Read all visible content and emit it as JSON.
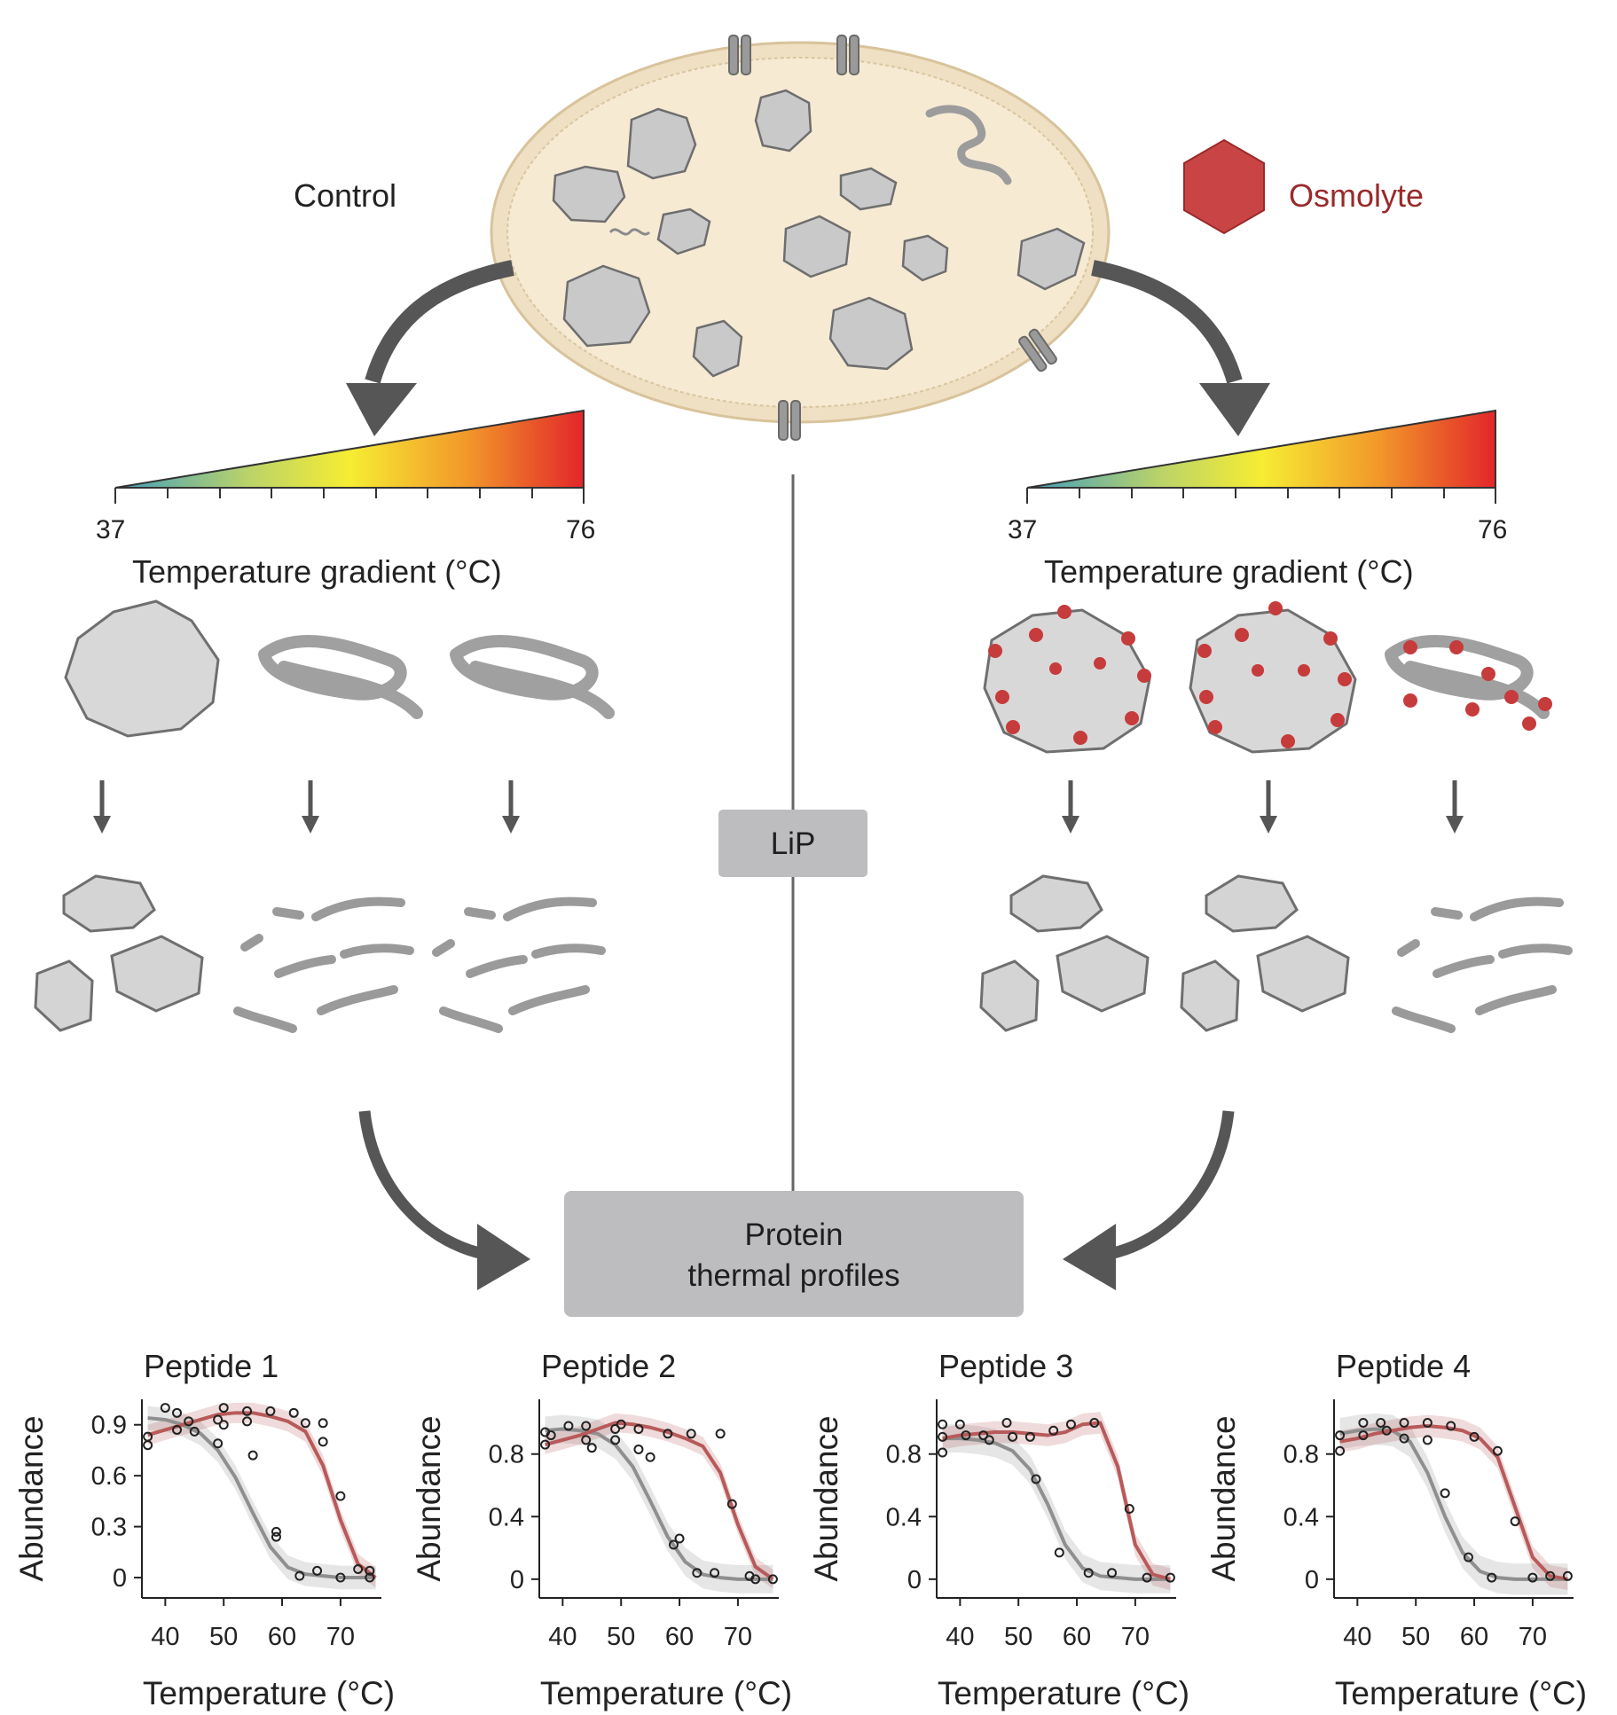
{
  "labels": {
    "control": "Control",
    "osmolyte": "Osmolyte",
    "lip": "LiP",
    "profile_line1": "Protein",
    "profile_line2": "thermal profiles"
  },
  "gradient": {
    "min": "37",
    "max": "76",
    "title": "Temperature gradient (°C)"
  },
  "colors": {
    "control_curve": "#8f8f8f",
    "osmolyte_curve": "#b85a5a",
    "osmolyte_label": "#9a2a2a",
    "osmolyte_hexagon": "#c94545",
    "cell_fill": "#f7ead3",
    "arrow": "#565656",
    "box": "#bdbdbf"
  },
  "chart_data": [
    {
      "type": "line",
      "title": "Peptide 1",
      "xlabel": "Temperature (°C)",
      "ylabel": "Abundance",
      "xlim": [
        36,
        77
      ],
      "ylim": [
        -0.12,
        1.05
      ],
      "xticks": [
        40,
        50,
        60,
        70
      ],
      "yticks": [
        0,
        0.3,
        0.6,
        0.9
      ],
      "ytick_labels": [
        "0",
        "0.3",
        "0.6",
        "0.9"
      ],
      "series": [
        {
          "color": "#8f8f8f",
          "x": [
            37,
            40,
            43,
            46,
            49,
            52,
            55,
            58,
            61,
            64,
            67,
            70,
            73,
            76
          ],
          "y": [
            0.94,
            0.93,
            0.9,
            0.85,
            0.75,
            0.59,
            0.38,
            0.18,
            0.06,
            0.02,
            0.01,
            0.0,
            0.0,
            0.0
          ],
          "band": 0.07
        },
        {
          "color": "#b85a5a",
          "x": [
            37,
            40,
            43,
            46,
            49,
            52,
            55,
            58,
            61,
            64,
            67,
            70,
            73,
            76
          ],
          "y": [
            0.84,
            0.87,
            0.9,
            0.93,
            0.96,
            0.97,
            0.97,
            0.95,
            0.92,
            0.86,
            0.66,
            0.34,
            0.08,
            0.0
          ],
          "band": 0.06
        }
      ],
      "points": [
        {
          "x": 37,
          "y": 0.83
        },
        {
          "x": 37,
          "y": 0.78
        },
        {
          "x": 40,
          "y": 1.0
        },
        {
          "x": 42,
          "y": 0.97
        },
        {
          "x": 42,
          "y": 0.87
        },
        {
          "x": 44,
          "y": 0.92
        },
        {
          "x": 45,
          "y": 0.86
        },
        {
          "x": 49,
          "y": 0.93
        },
        {
          "x": 49,
          "y": 0.79
        },
        {
          "x": 50,
          "y": 1.0
        },
        {
          "x": 50,
          "y": 0.9
        },
        {
          "x": 54,
          "y": 0.98
        },
        {
          "x": 54,
          "y": 0.92
        },
        {
          "x": 55,
          "y": 0.72
        },
        {
          "x": 58,
          "y": 0.98
        },
        {
          "x": 59,
          "y": 0.27
        },
        {
          "x": 59,
          "y": 0.24
        },
        {
          "x": 62,
          "y": 0.97
        },
        {
          "x": 63,
          "y": 0.01
        },
        {
          "x": 64,
          "y": 0.91
        },
        {
          "x": 66,
          "y": 0.04
        },
        {
          "x": 67,
          "y": 0.91
        },
        {
          "x": 67,
          "y": 0.8
        },
        {
          "x": 70,
          "y": 0.0
        },
        {
          "x": 70,
          "y": 0.48
        },
        {
          "x": 73,
          "y": 0.05
        },
        {
          "x": 75,
          "y": 0.0
        },
        {
          "x": 75,
          "y": 0.04
        }
      ]
    },
    {
      "type": "line",
      "title": "Peptide 2",
      "xlabel": "Temperature (°C)",
      "ylabel": "Abundance",
      "xlim": [
        36,
        77
      ],
      "ylim": [
        -0.12,
        1.15
      ],
      "xticks": [
        40,
        50,
        60,
        70
      ],
      "yticks": [
        0,
        0.4,
        0.8
      ],
      "ytick_labels": [
        "0",
        "0.4",
        "0.8"
      ],
      "series": [
        {
          "color": "#8f8f8f",
          "x": [
            37,
            40,
            43,
            46,
            49,
            52,
            55,
            58,
            61,
            64,
            67,
            70,
            73,
            76
          ],
          "y": [
            0.95,
            0.96,
            0.95,
            0.93,
            0.86,
            0.72,
            0.5,
            0.27,
            0.11,
            0.03,
            0.01,
            0.0,
            0.0,
            0.0
          ],
          "band": 0.09
        },
        {
          "color": "#b85a5a",
          "x": [
            37,
            40,
            43,
            46,
            49,
            52,
            55,
            58,
            61,
            64,
            67,
            70,
            73,
            76
          ],
          "y": [
            0.86,
            0.89,
            0.92,
            0.96,
            1.0,
            0.99,
            0.97,
            0.94,
            0.9,
            0.85,
            0.68,
            0.35,
            0.08,
            0.0
          ],
          "band": 0.06
        }
      ],
      "points": [
        {
          "x": 37,
          "y": 0.94
        },
        {
          "x": 37,
          "y": 0.86
        },
        {
          "x": 38,
          "y": 0.92
        },
        {
          "x": 41,
          "y": 0.98
        },
        {
          "x": 44,
          "y": 0.98
        },
        {
          "x": 44,
          "y": 0.89
        },
        {
          "x": 45,
          "y": 0.84
        },
        {
          "x": 49,
          "y": 0.96
        },
        {
          "x": 49,
          "y": 0.89
        },
        {
          "x": 50,
          "y": 0.99
        },
        {
          "x": 53,
          "y": 0.96
        },
        {
          "x": 53,
          "y": 0.83
        },
        {
          "x": 55,
          "y": 0.78
        },
        {
          "x": 58,
          "y": 0.93
        },
        {
          "x": 59,
          "y": 0.22
        },
        {
          "x": 60,
          "y": 0.26
        },
        {
          "x": 62,
          "y": 0.93
        },
        {
          "x": 63,
          "y": 0.04
        },
        {
          "x": 66,
          "y": 0.04
        },
        {
          "x": 67,
          "y": 0.93
        },
        {
          "x": 69,
          "y": 0.48
        },
        {
          "x": 72,
          "y": 0.02
        },
        {
          "x": 73,
          "y": 0.0
        },
        {
          "x": 76,
          "y": 0.0
        }
      ]
    },
    {
      "type": "line",
      "title": "Peptide 3",
      "xlabel": "Temperature (°C)",
      "ylabel": "Abundance",
      "xlim": [
        36,
        77
      ],
      "ylim": [
        -0.12,
        1.15
      ],
      "xticks": [
        40,
        50,
        60,
        70
      ],
      "yticks": [
        0,
        0.4,
        0.8
      ],
      "ytick_labels": [
        "0",
        "0.4",
        "0.8"
      ],
      "series": [
        {
          "color": "#8f8f8f",
          "x": [
            37,
            40,
            43,
            46,
            49,
            52,
            55,
            58,
            61,
            64,
            67,
            70,
            73,
            76
          ],
          "y": [
            0.9,
            0.9,
            0.89,
            0.87,
            0.82,
            0.7,
            0.48,
            0.22,
            0.07,
            0.02,
            0.01,
            0.0,
            0.0,
            0.0
          ],
          "band": 0.09
        },
        {
          "color": "#b85a5a",
          "x": [
            37,
            40,
            43,
            46,
            49,
            52,
            55,
            58,
            61,
            64,
            67,
            70,
            73,
            76
          ],
          "y": [
            0.9,
            0.92,
            0.93,
            0.94,
            0.94,
            0.93,
            0.92,
            0.94,
            0.99,
            1.0,
            0.72,
            0.22,
            0.03,
            0.0
          ],
          "band": 0.07
        }
      ],
      "points": [
        {
          "x": 37,
          "y": 0.99
        },
        {
          "x": 37,
          "y": 0.91
        },
        {
          "x": 37,
          "y": 0.81
        },
        {
          "x": 40,
          "y": 0.99
        },
        {
          "x": 41,
          "y": 0.92
        },
        {
          "x": 44,
          "y": 0.92
        },
        {
          "x": 45,
          "y": 0.89
        },
        {
          "x": 48,
          "y": 1.0
        },
        {
          "x": 49,
          "y": 0.91
        },
        {
          "x": 52,
          "y": 0.91
        },
        {
          "x": 53,
          "y": 0.64
        },
        {
          "x": 56,
          "y": 0.95
        },
        {
          "x": 57,
          "y": 0.17
        },
        {
          "x": 59,
          "y": 0.99
        },
        {
          "x": 62,
          "y": 0.04
        },
        {
          "x": 63,
          "y": 1.0
        },
        {
          "x": 66,
          "y": 0.04
        },
        {
          "x": 69,
          "y": 0.45
        },
        {
          "x": 72,
          "y": 0.01
        },
        {
          "x": 76,
          "y": 0.01
        }
      ]
    },
    {
      "type": "line",
      "title": "Peptide 4",
      "xlabel": "Temperature (°C)",
      "ylabel": "Abundance",
      "xlim": [
        36,
        77
      ],
      "ylim": [
        -0.12,
        1.15
      ],
      "xticks": [
        40,
        50,
        60,
        70
      ],
      "yticks": [
        0,
        0.4,
        0.8
      ],
      "ytick_labels": [
        "0",
        "0.4",
        "0.8"
      ],
      "series": [
        {
          "color": "#8f8f8f",
          "x": [
            37,
            40,
            43,
            46,
            49,
            52,
            55,
            58,
            61,
            64,
            67,
            70,
            73,
            76
          ],
          "y": [
            0.93,
            0.95,
            0.96,
            0.95,
            0.88,
            0.68,
            0.4,
            0.17,
            0.05,
            0.01,
            0.0,
            0.0,
            0.0,
            0.0
          ],
          "band": 0.1
        },
        {
          "color": "#b85a5a",
          "x": [
            37,
            40,
            43,
            46,
            49,
            52,
            55,
            58,
            61,
            64,
            67,
            70,
            73,
            76
          ],
          "y": [
            0.88,
            0.9,
            0.93,
            0.95,
            0.97,
            0.98,
            0.97,
            0.95,
            0.9,
            0.78,
            0.46,
            0.14,
            0.02,
            0.0
          ],
          "band": 0.07
        }
      ],
      "points": [
        {
          "x": 37,
          "y": 0.92
        },
        {
          "x": 37,
          "y": 0.82
        },
        {
          "x": 41,
          "y": 1.0
        },
        {
          "x": 41,
          "y": 0.92
        },
        {
          "x": 44,
          "y": 1.0
        },
        {
          "x": 45,
          "y": 0.95
        },
        {
          "x": 48,
          "y": 1.0
        },
        {
          "x": 48,
          "y": 0.9
        },
        {
          "x": 52,
          "y": 1.0
        },
        {
          "x": 52,
          "y": 0.89
        },
        {
          "x": 55,
          "y": 0.55
        },
        {
          "x": 56,
          "y": 0.98
        },
        {
          "x": 59,
          "y": 0.14
        },
        {
          "x": 60,
          "y": 0.91
        },
        {
          "x": 63,
          "y": 0.01
        },
        {
          "x": 64,
          "y": 0.82
        },
        {
          "x": 67,
          "y": 0.37
        },
        {
          "x": 70,
          "y": 0.01
        },
        {
          "x": 73,
          "y": 0.02
        },
        {
          "x": 76,
          "y": 0.02
        }
      ]
    }
  ]
}
